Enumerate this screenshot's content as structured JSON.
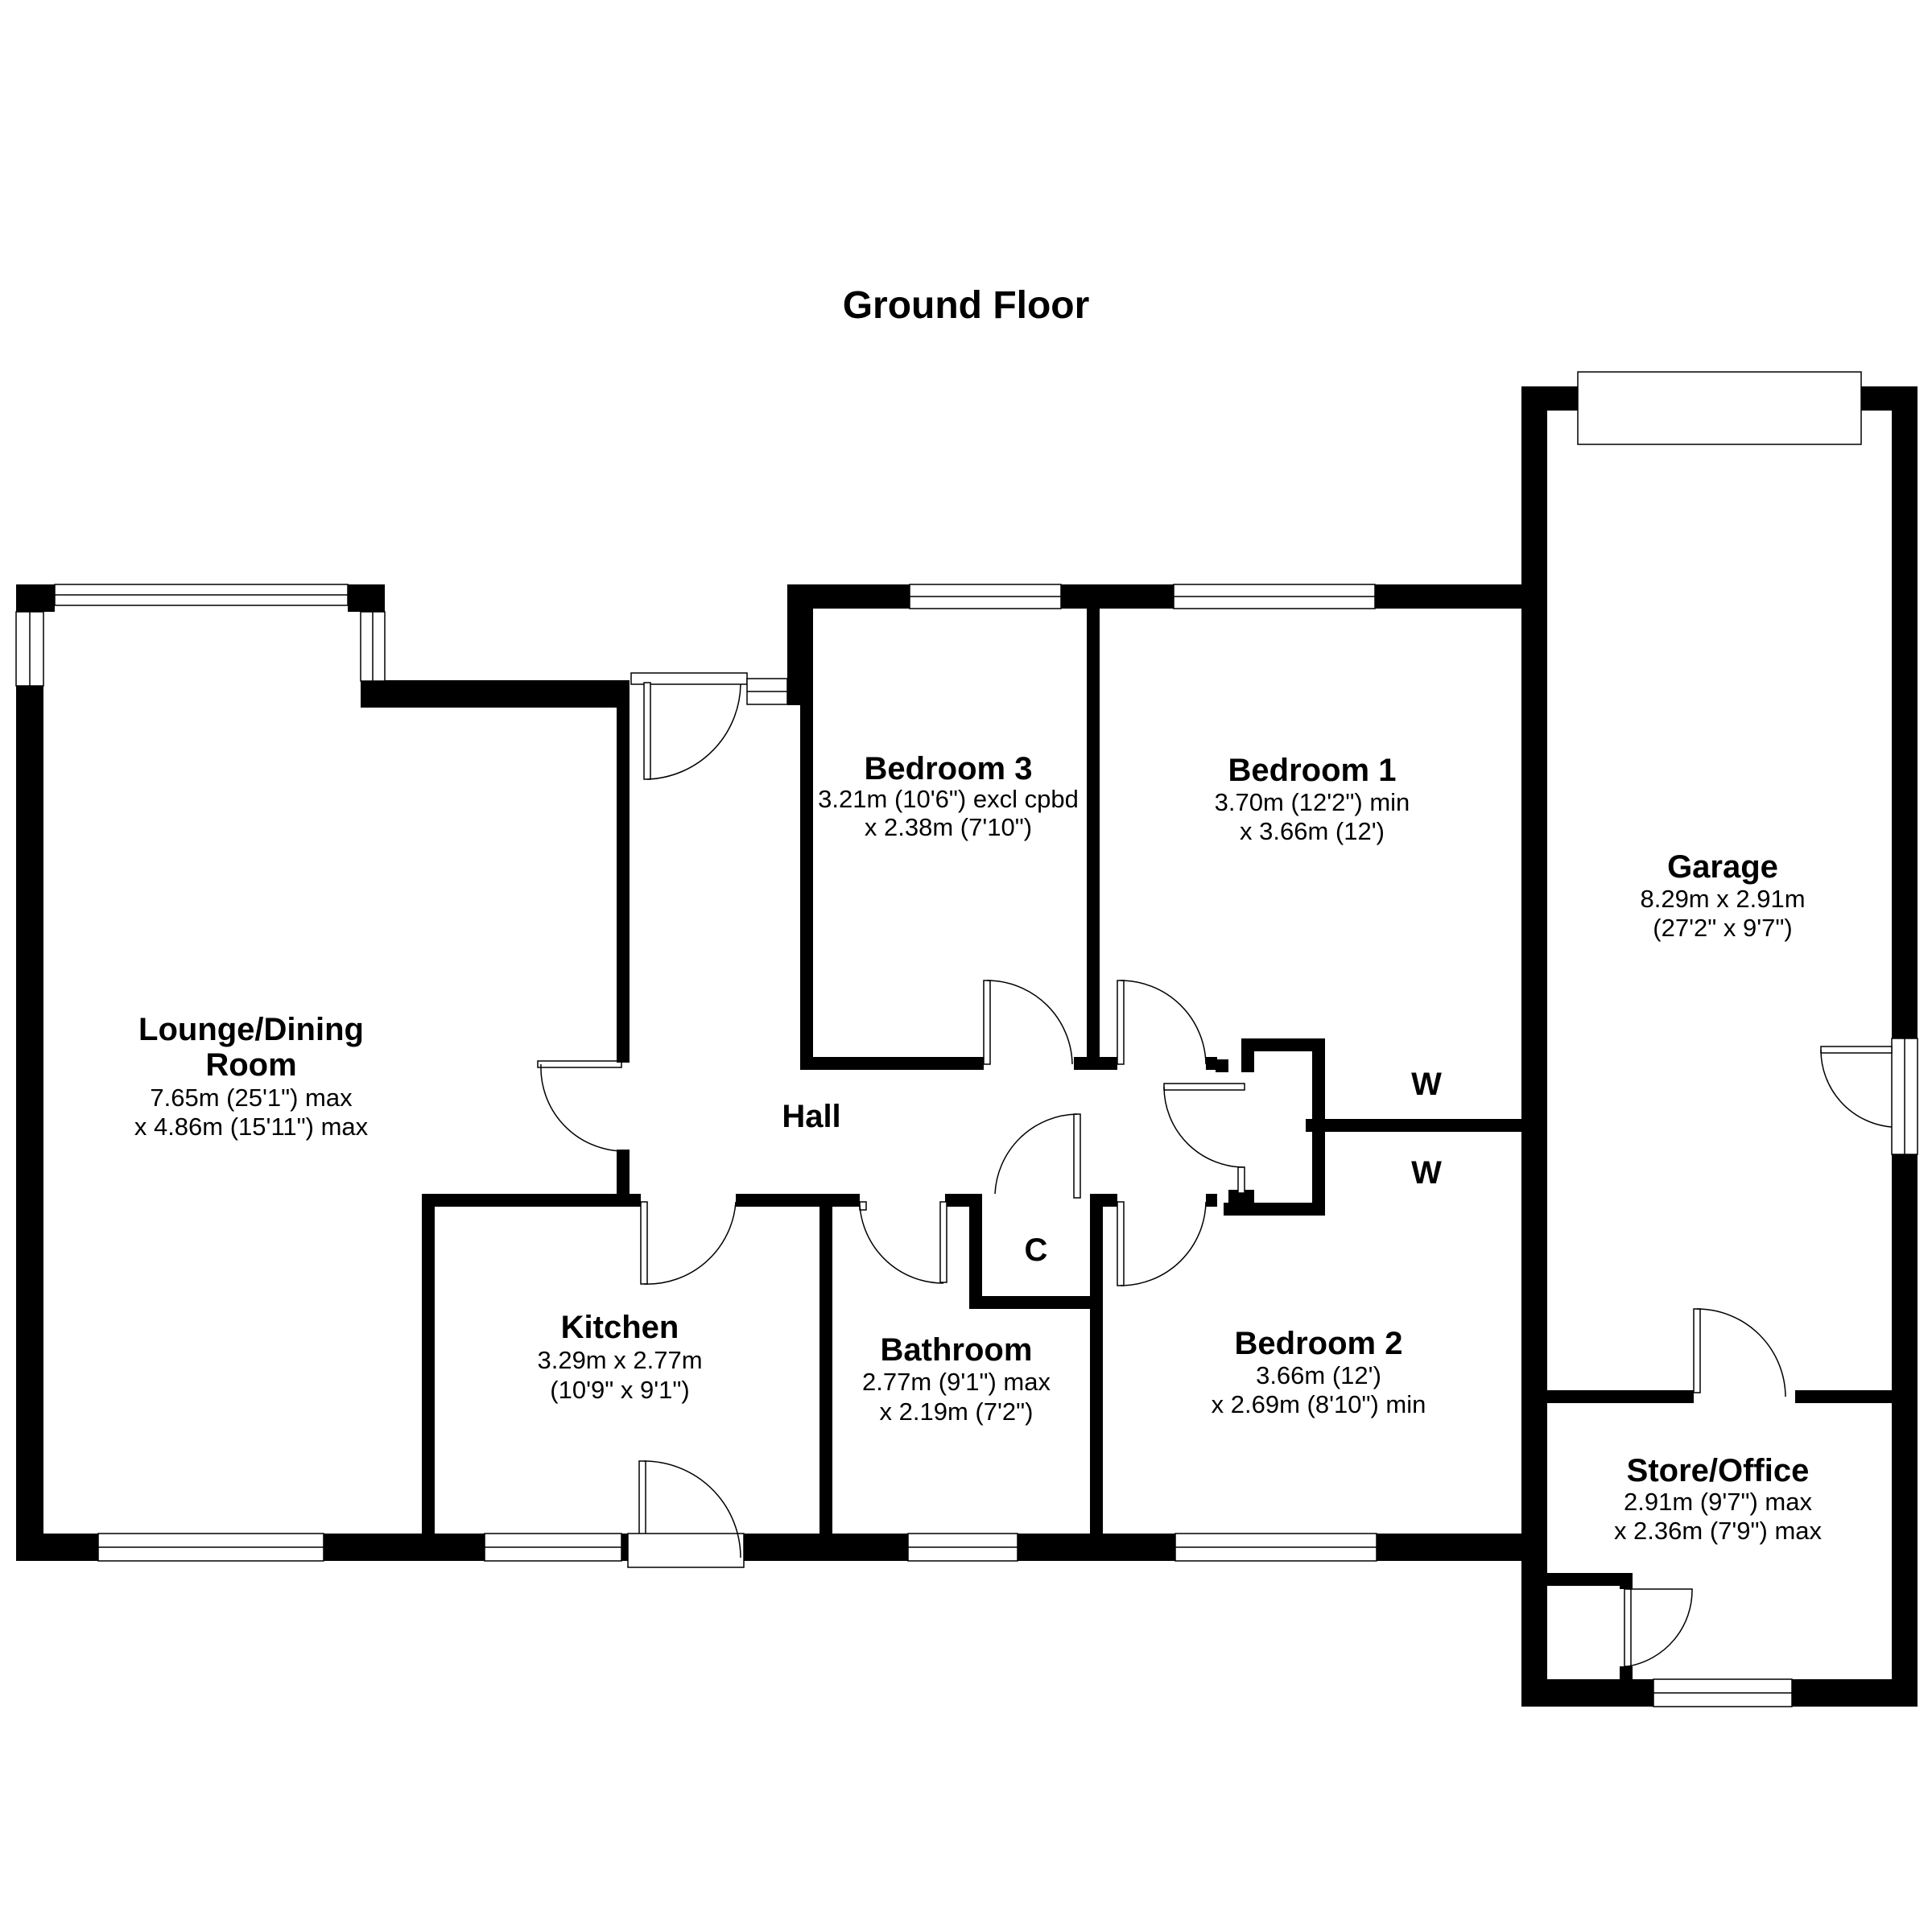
{
  "floor": {
    "title": "Ground Floor"
  },
  "rooms": {
    "lounge": {
      "name_line1": "Lounge/Dining",
      "name_line2": "Room",
      "dim_line1": "7.65m (25'1\") max",
      "dim_line2": "x 4.86m (15'11\") max"
    },
    "hall": {
      "name": "Hall"
    },
    "bedroom3": {
      "name": "Bedroom 3",
      "dim_line1": "3.21m (10'6\") excl cpbd",
      "dim_line2": "x 2.38m (7'10\")"
    },
    "bedroom1": {
      "name": "Bedroom 1",
      "dim_line1": "3.70m (12'2\") min",
      "dim_line2": "x 3.66m (12')"
    },
    "garage": {
      "name": "Garage",
      "dim_line1": "8.29m x 2.91m",
      "dim_line2": "(27'2\" x 9'7\")"
    },
    "kitchen": {
      "name": "Kitchen",
      "dim_line1": "3.29m x 2.77m",
      "dim_line2": "(10'9\" x 9'1\")"
    },
    "bathroom": {
      "name": "Bathroom",
      "dim_line1": "2.77m (9'1\") max",
      "dim_line2": "x 2.19m (7'2\")"
    },
    "bedroom2": {
      "name": "Bedroom 2",
      "dim_line1": "3.66m (12')",
      "dim_line2": "x 2.69m (8'10\") min"
    },
    "store": {
      "name": "Store/Office",
      "dim_line1": "2.91m (9'7\") max",
      "dim_line2": "x 2.36m (7'9\") max"
    },
    "cupboard": {
      "name": "C"
    },
    "wardrobe1": {
      "name": "W"
    },
    "wardrobe2": {
      "name": "W"
    }
  }
}
